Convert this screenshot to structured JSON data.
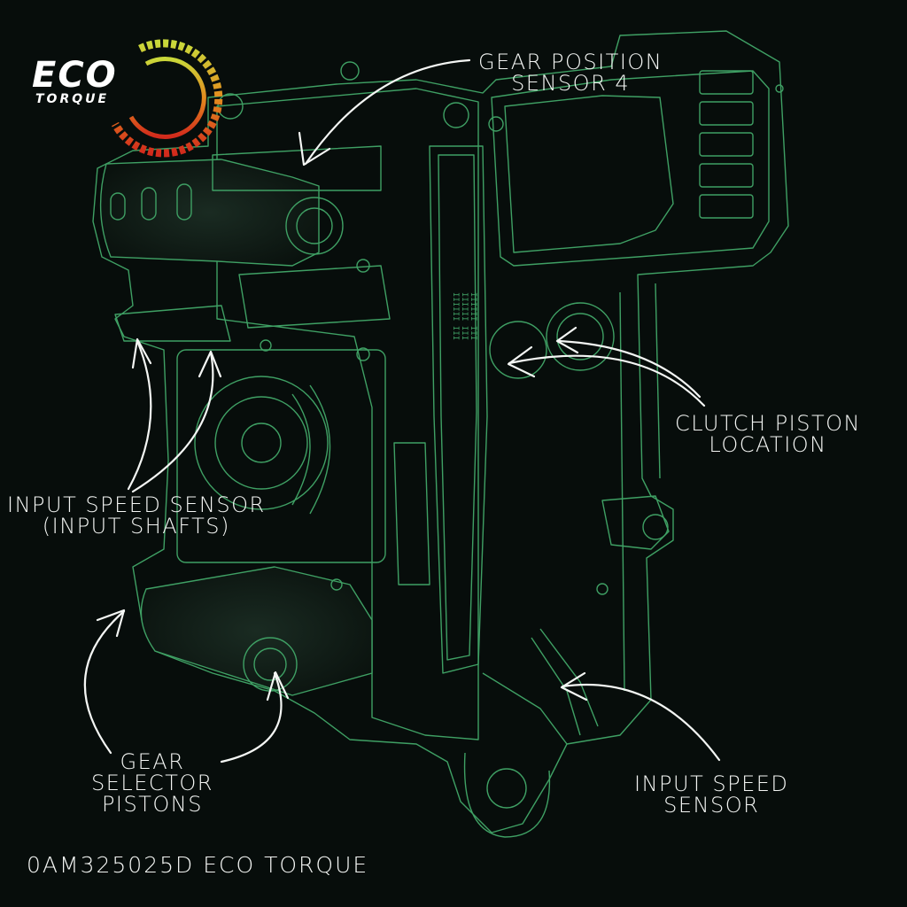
{
  "logo": {
    "word_top": "ECO",
    "word_bottom": "TORQUE",
    "colors": {
      "gradient_start": "#c9d83a",
      "gradient_mid": "#e38b1e",
      "gradient_end": "#d22a1c"
    }
  },
  "callouts": {
    "gear_position_sensor": {
      "line1": "GEAR POSITION",
      "line2": "SENSOR 4"
    },
    "clutch_piston": {
      "line1": "CLUTCH PISTON",
      "line2": "LOCATION"
    },
    "input_speed_sensor_shafts": {
      "line1": "INPUT SPEED SENSOR",
      "line2": "(INPUT SHAFTS)"
    },
    "gear_selector_pistons": {
      "line1": "GEAR",
      "line2": "SELECTOR",
      "line3": "PISTONS"
    },
    "input_speed_sensor": {
      "line1": "INPUT SPEED",
      "line2": "SENSOR"
    }
  },
  "footer": {
    "text": "0AM325025D ECO TORQUE"
  },
  "colors": {
    "background": "#070d0b",
    "outline": "#3fa064",
    "text": "#f4f6f4"
  }
}
